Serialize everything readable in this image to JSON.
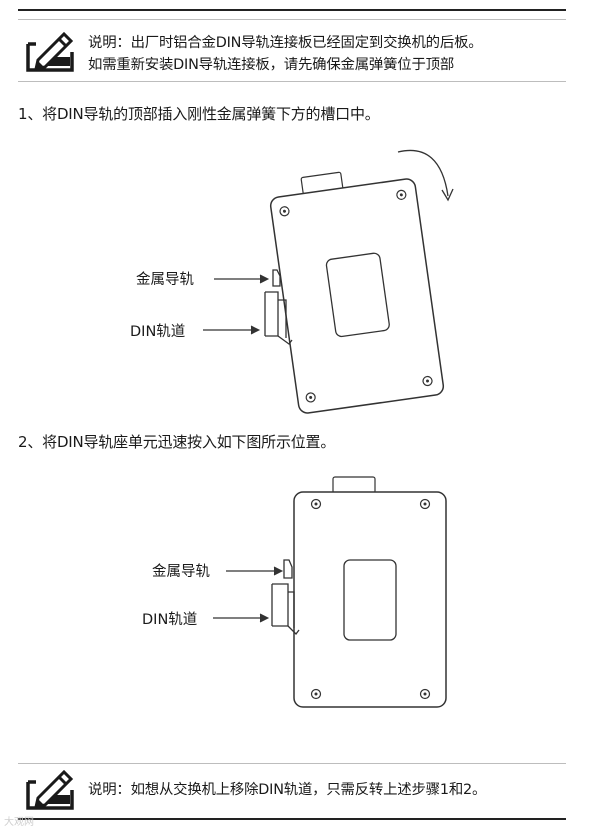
{
  "note_top": {
    "line1": "说明：出厂时铝合金DIN导轨连接板已经固定到交换机的后板。",
    "line2": "如需重新安装DIN导轨连接板，请先确保金属弹簧位于顶部"
  },
  "step1": {
    "text": "1、将DIN导轨的顶部插入刚性金属弹簧下方的槽口中。"
  },
  "figure1": {
    "label_metal_rail": "金属导轨",
    "label_din_track": "DIN轨道"
  },
  "step2": {
    "text": "2、将DIN导轨座单元迅速按入如下图所示位置。"
  },
  "figure2": {
    "label_metal_rail": "金属导轨",
    "label_din_track": "DIN轨道"
  },
  "note_bottom": {
    "text": "说明：如想从交换机上移除DIN轨道，只需反转上述步骤1和2。"
  },
  "watermark": {
    "text": "大观网"
  },
  "icons": {
    "note": "pencil-note-icon"
  }
}
